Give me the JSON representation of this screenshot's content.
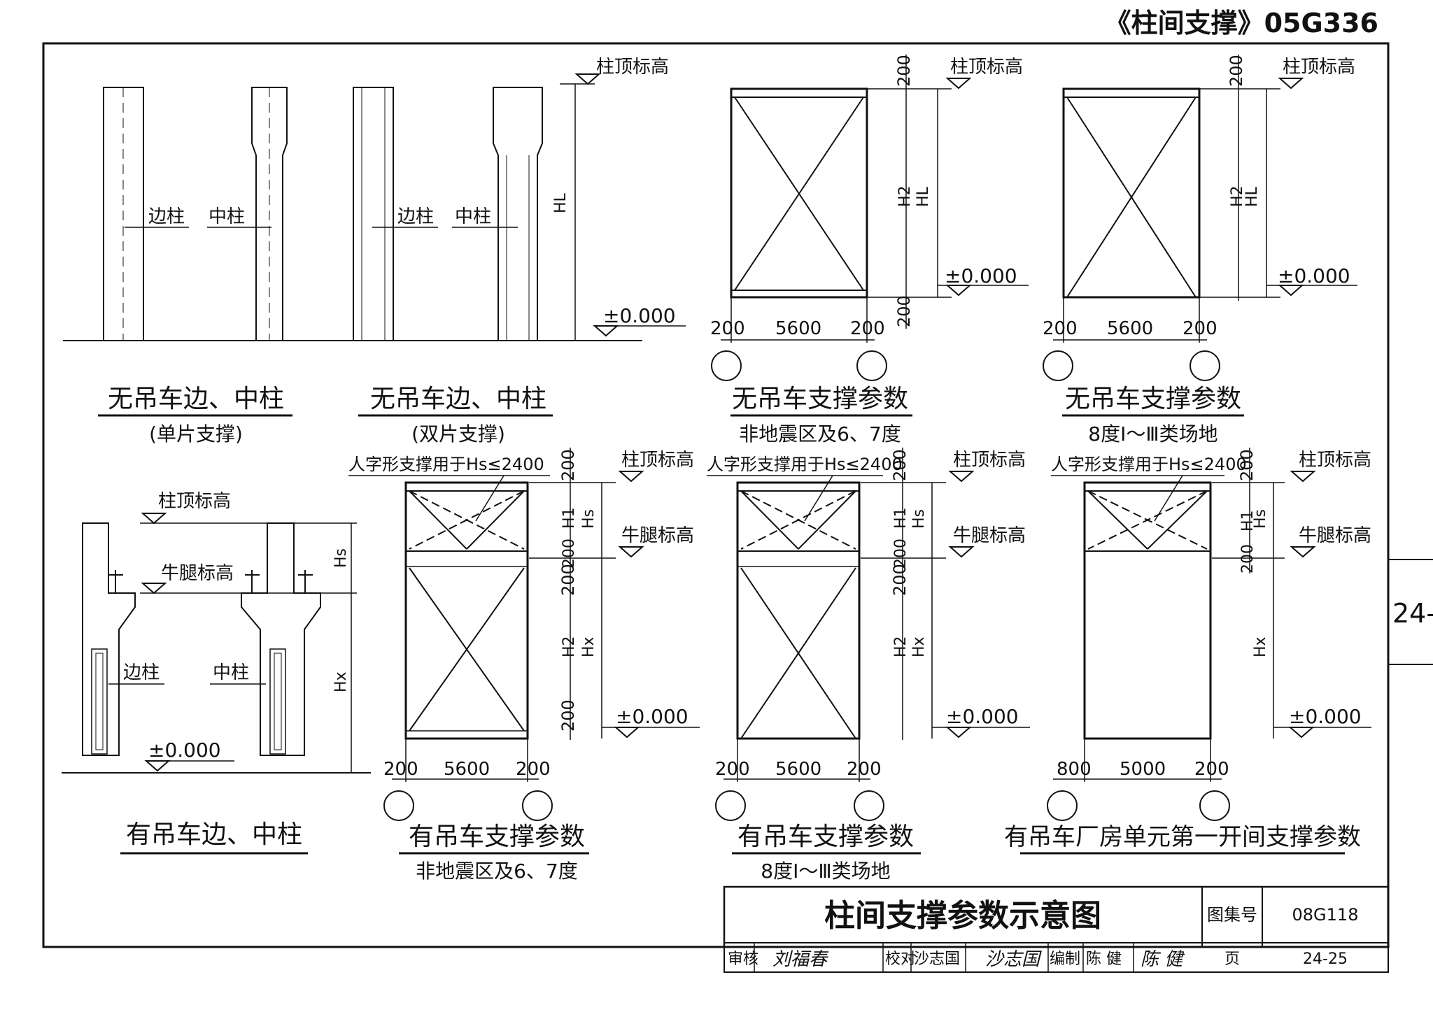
{
  "header": {
    "code_title": "《柱间支撑》05G336"
  },
  "side_tab": {
    "label": "24-"
  },
  "labels": {
    "col_top": "柱顶标高",
    "bracket": "牛腿标高",
    "ground": "±0.000",
    "edge_col": "边柱",
    "mid_col": "中柱",
    "chevron_note": "人字形支撑用于Hs≤2400"
  },
  "dims": {
    "d200": "200",
    "d5600": "5600",
    "d5000": "5000",
    "d800": "800",
    "HL": "HL",
    "H2": "H2",
    "H1": "H1",
    "Hs": "Hs",
    "Hx": "Hx"
  },
  "captions": {
    "p1_title": "无吊车边、中柱",
    "p1_sub": "(单片支撑)",
    "p2_title": "无吊车边、中柱",
    "p2_sub": "(双片支撑)",
    "p3_title": "无吊车支撑参数",
    "p3_sub": "非地震区及6、7度",
    "p4_title": "无吊车支撑参数",
    "p4_sub": "8度Ⅰ～Ⅲ类场地",
    "p5_title": "有吊车边、中柱",
    "p6_title": "有吊车支撑参数",
    "p6_sub": "非地震区及6、7度",
    "p7_title": "有吊车支撑参数",
    "p7_sub": "8度Ⅰ～Ⅲ类场地",
    "p8_title": "有吊车厂房单元第一开间支撑参数"
  },
  "title_block": {
    "drawing_title": "柱间支撑参数示意图",
    "atlas_no_label": "图集号",
    "atlas_no": "08G118",
    "page_label": "页",
    "page": "24-25",
    "review_label": "审核",
    "review_name": "刘福春",
    "check_label": "校对",
    "check_name": "沙志国",
    "draw_label": "编制",
    "draw_name": "陈 健"
  }
}
